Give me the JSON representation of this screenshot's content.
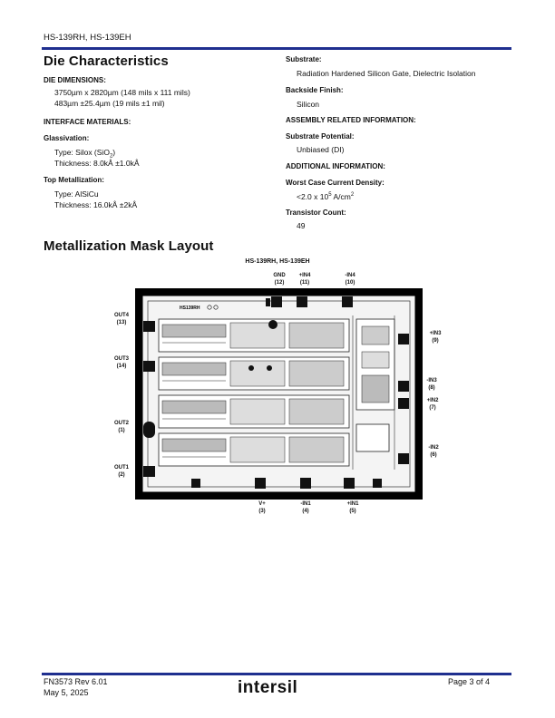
{
  "header": {
    "part": "HS-139RH, HS-139EH"
  },
  "die_char": {
    "title": "Die Characteristics",
    "dim_label": "DIE DIMENSIONS:",
    "dim_line1": "3750µm x 2820µm (148 mils x 111 mils)",
    "dim_line2": "483µm ±25.4µm (19 mils ±1 mil)",
    "iface_label": "INTERFACE MATERIALS:",
    "glass_label": "Glassivation:",
    "glass_type_pre": "Type: Silox (SiO",
    "glass_type_sub": "2",
    "glass_type_post": ")",
    "glass_thick": "Thickness: 8.0kÅ ±1.0kÅ",
    "metal_label": "Top Metallization:",
    "metal_type": "Type: AlSiCu",
    "metal_thick": "Thickness: 16.0kÅ ±2kÅ"
  },
  "right": {
    "substrate_label": "Substrate:",
    "substrate_val": "Radiation Hardened Silicon Gate, Dielectric Isolation",
    "backside_label": "Backside Finish:",
    "backside_val": "Silicon",
    "assembly_label": "ASSEMBLY RELATED INFORMATION:",
    "subpot_label": "Substrate Potential:",
    "subpot_val": "Unbiased (DI)",
    "addl_label": "ADDITIONAL INFORMATION:",
    "worst_label": "Worst Case Current Density:",
    "worst_pre": "<2.0 x 10",
    "worst_sup": "5",
    "worst_mid": " A/cm",
    "worst_sup2": "2",
    "trans_label": "Transistor Count:",
    "trans_val": "49"
  },
  "mask": {
    "title": "Metallization Mask Layout",
    "die_title": "HS-139RH, HS-139EH",
    "chip_label": "HS139RH",
    "pins": {
      "gnd": [
        "GND",
        "(12)"
      ],
      "in4p": [
        "+IN4",
        "(11)"
      ],
      "in4m": [
        "-IN4",
        "(10)"
      ],
      "out4": [
        "OUT4",
        "(13)"
      ],
      "out3": [
        "OUT3",
        "(14)"
      ],
      "out2": [
        "OUT2",
        "(1)"
      ],
      "out1": [
        "OUT1",
        "(2)"
      ],
      "in3p": [
        "+IN3",
        "(9)"
      ],
      "in3m": [
        "-IN3",
        "(8)"
      ],
      "in2p": [
        "+IN2",
        "(7)"
      ],
      "in2m": [
        "-IN2",
        "(6)"
      ],
      "vplus": [
        "V+",
        "(3)"
      ],
      "in1m": [
        "-IN1",
        "(4)"
      ],
      "in1p": [
        "+IN1",
        "(5)"
      ]
    }
  },
  "footer": {
    "doc": "FN3573  Rev 6.01",
    "date": "May 5, 2025",
    "page": "Page 3 of 4",
    "logo": "intersil"
  },
  "colors": {
    "rule": "#1f2f8f",
    "die": "#000000"
  }
}
